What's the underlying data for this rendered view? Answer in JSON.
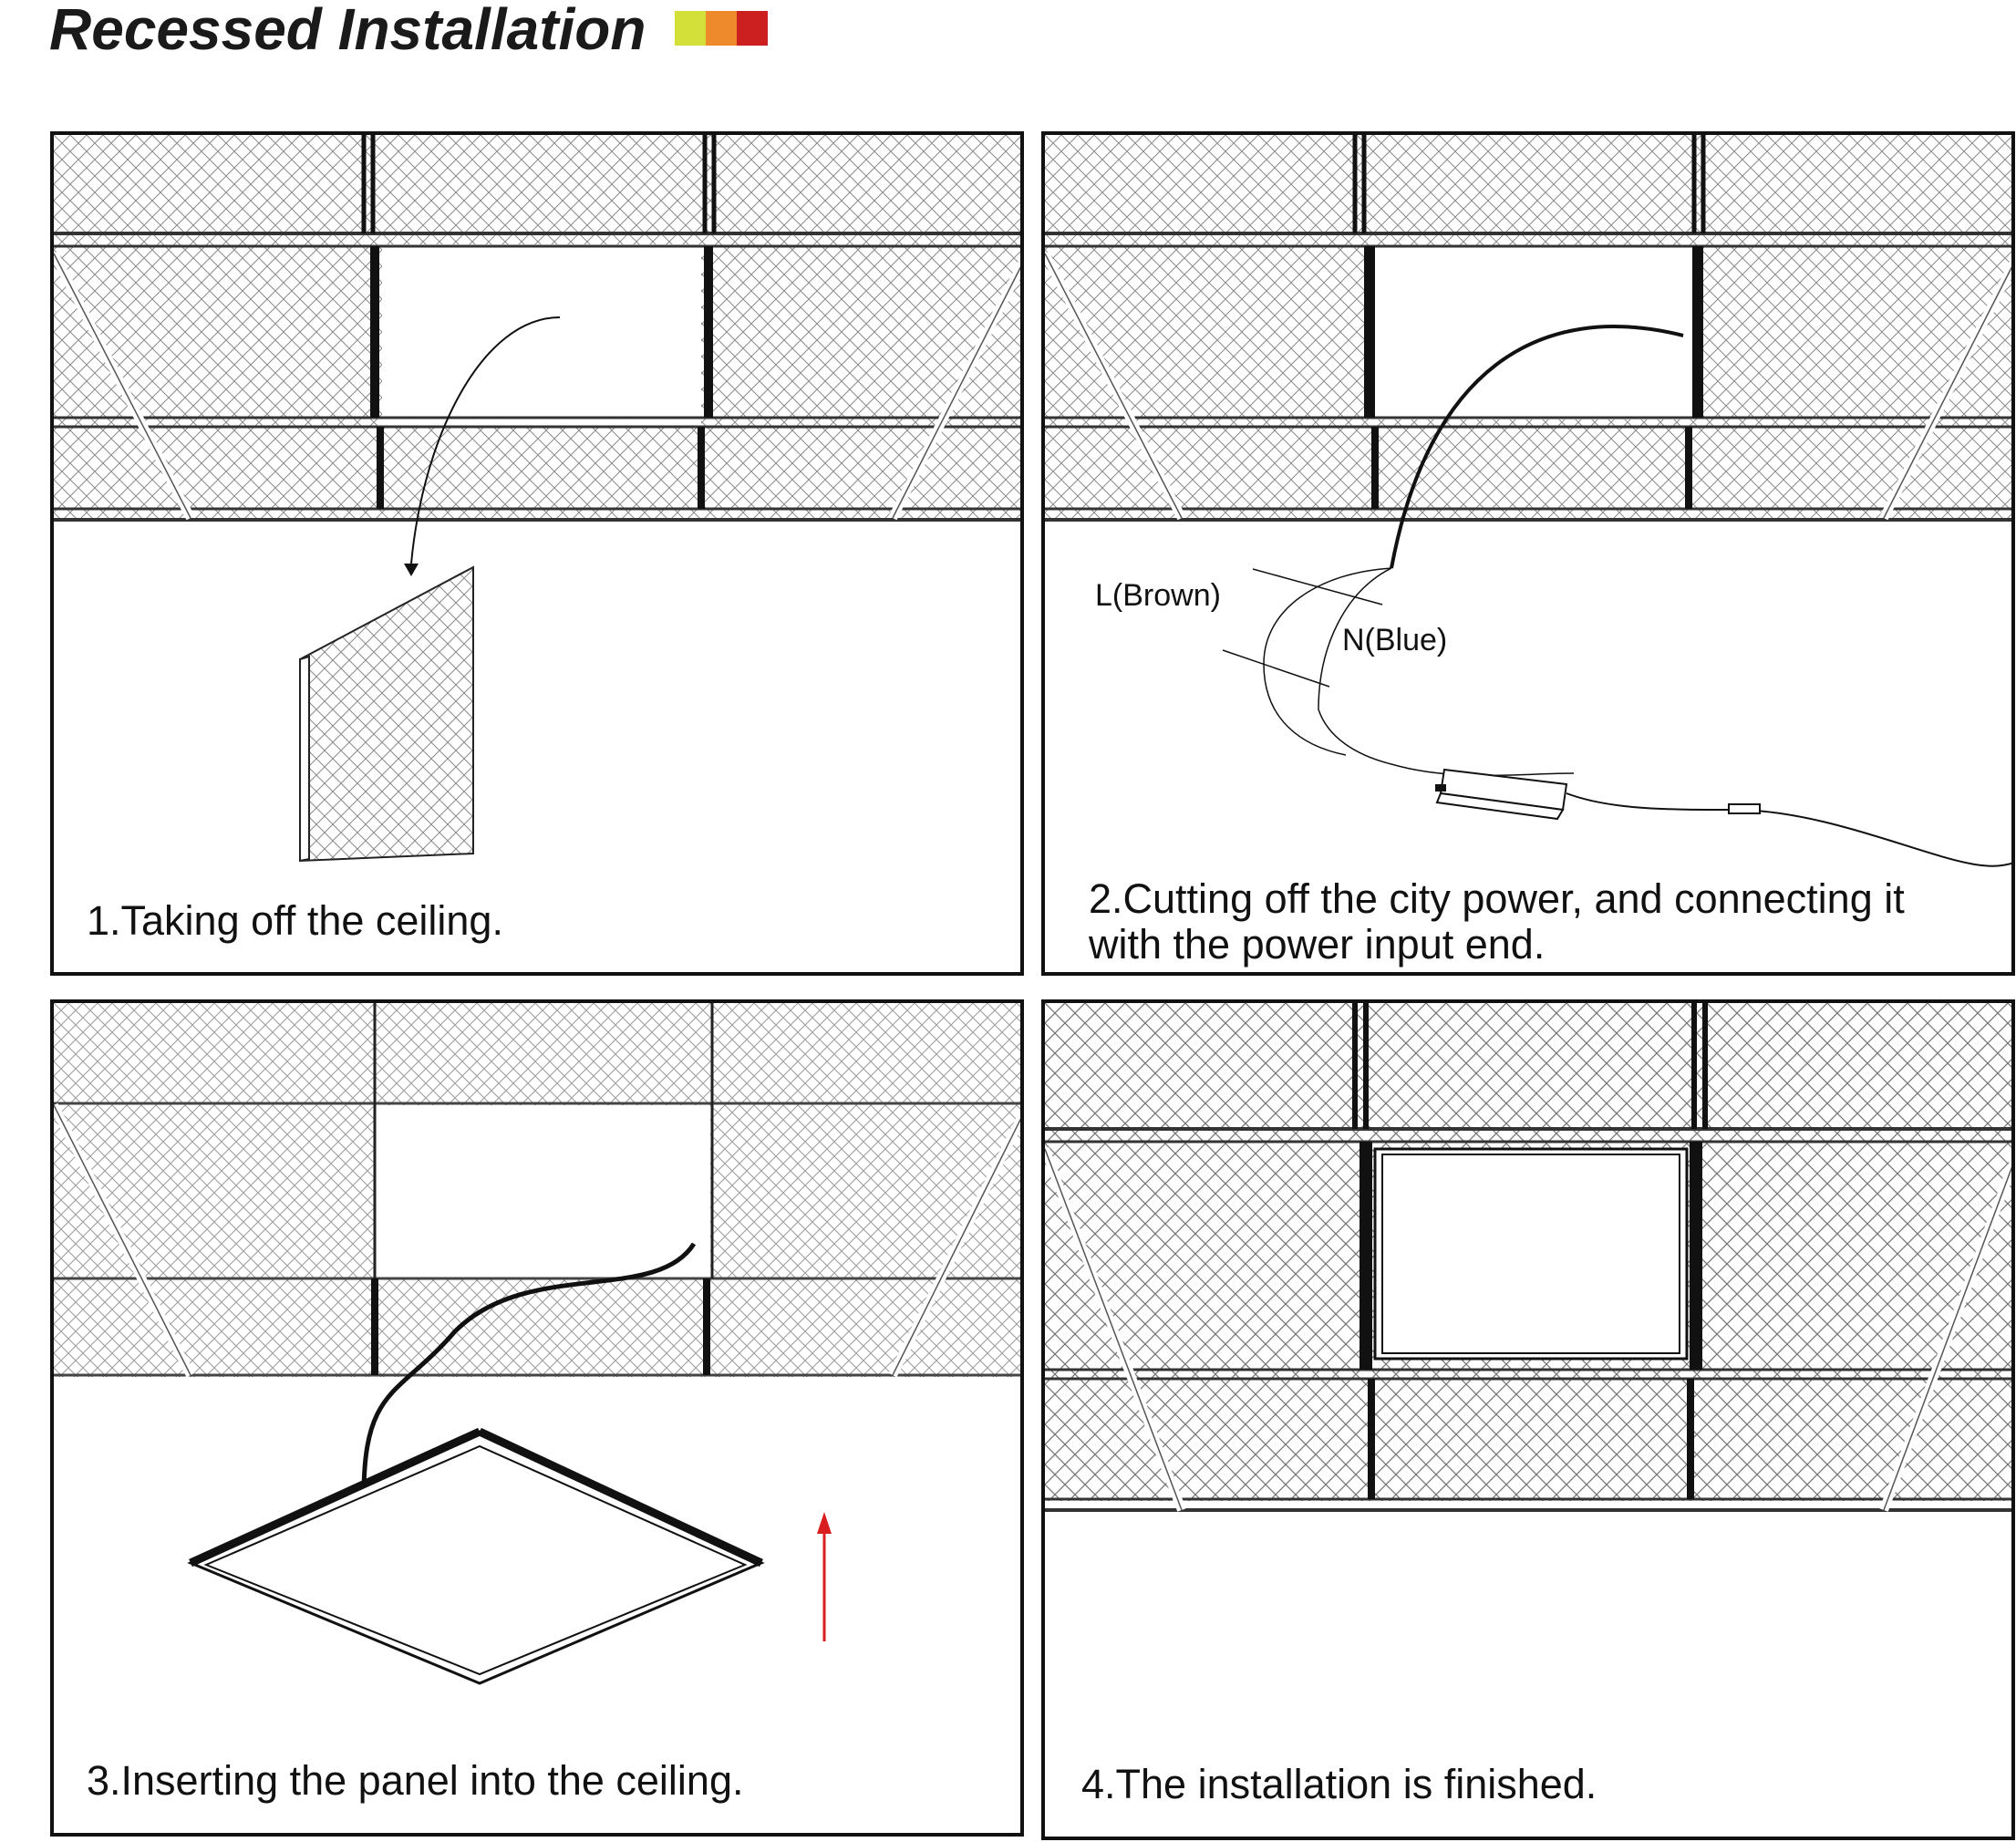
{
  "title": "Recessed Installation",
  "swatch_colors": [
    "#d4e03a",
    "#ef8a2c",
    "#cc1f1f"
  ],
  "hatch_color": "#8a8a8a",
  "arrow_color": "#d81e1e",
  "steps": [
    {
      "caption": "1.Taking off the ceiling."
    },
    {
      "caption_line1": "2.Cutting off the city power, and connecting it",
      "caption_line2": "with the power input end.",
      "wire_l_label": "L(Brown)",
      "wire_n_label": "N(Blue)"
    },
    {
      "caption": "3.Inserting the panel into the ceiling."
    },
    {
      "caption": "4.The installation is finished."
    }
  ]
}
